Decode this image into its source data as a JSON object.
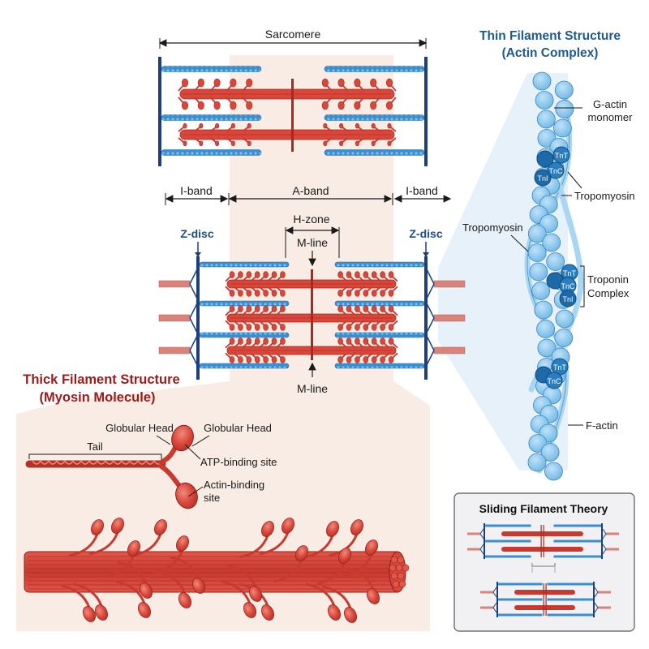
{
  "colors": {
    "actin": "#3a8fd0",
    "actin_dark": "#1f6bb0",
    "myosin": "#d9463a",
    "myosin_dark": "#a62a22",
    "zdisc": "#1f3f7a",
    "band_bg": "#f8ece4",
    "thin_panel_bg": "#e7f1f9",
    "g_actin": "#8ecaf0",
    "troponin": "#1e6aa8",
    "title_blue": "#1d5a8e",
    "title_red": "#9b1b1b"
  },
  "top_sarcomere": {
    "label": "Sarcomere"
  },
  "bands": {
    "i_band_left": "I-band",
    "a_band": "A-band",
    "i_band_right": "I-band",
    "h_zone": "H-zone",
    "m_line_top": "M-line",
    "m_line_bottom": "M-line",
    "z_disc_left": "Z-disc",
    "z_disc_right": "Z-disc"
  },
  "thin_filament": {
    "title_line1": "Thin Filament Structure",
    "title_line2": "(Actin Complex)",
    "labels": {
      "g_actin_1": "G-actin",
      "g_actin_2": "monomer",
      "tropomyosin_right": "Tropomyosin",
      "tropomyosin_left": "Tropomyosin",
      "troponin_1": "Troponin",
      "troponin_2": "Complex",
      "f_actin": "F-actin"
    },
    "troponin_units": {
      "tnt": "TnT",
      "tnc": "TnC",
      "tni": "TnI"
    }
  },
  "thick_filament": {
    "title_line1": "Thick Filament Structure",
    "title_line2": "(Myosin Molecule)",
    "labels": {
      "globular_head_1": "Globular Head",
      "globular_head_2": "Globular Head",
      "tail": "Tail",
      "atp_site": "ATP-binding site",
      "actin_site_1": "Actin-binding",
      "actin_site_2": "site"
    }
  },
  "sliding_filament": {
    "title": "Sliding Filament Theory"
  }
}
